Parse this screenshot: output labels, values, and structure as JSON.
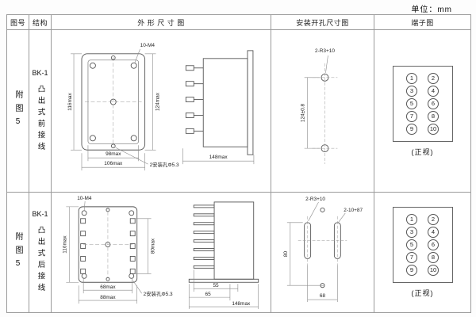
{
  "unit_label": "单位：mm",
  "headers": {
    "fig_no": "图号",
    "structure": "结构",
    "outline": "外 形 尺 寸 图",
    "mounting": "安装开孔尺寸图",
    "terminal": "端子图"
  },
  "rows": [
    {
      "fig_no": "附图5",
      "structure": {
        "model": "BK-1",
        "desc": "凸出式前接线"
      },
      "outline": {
        "front": {
          "screws": "10-M4",
          "left": "116max",
          "right": "124max",
          "bottom_inner": "98max",
          "bottom_outer": "106max",
          "holes": "2安装孔Φ5.3"
        },
        "side": {
          "width": "148max"
        }
      },
      "mounting": {
        "radius": "2-R3+10",
        "height": "124±0.8"
      },
      "terminal": {
        "numbers": [
          "1",
          "2",
          "3",
          "4",
          "5",
          "6",
          "7",
          "8",
          "9",
          "10"
        ],
        "caption": "(正视)"
      }
    },
    {
      "fig_no": "附图5",
      "structure": {
        "model": "BK-1",
        "desc": "凸出式后接线"
      },
      "outline": {
        "front": {
          "screws": "10-M4",
          "left": "116max",
          "right": "80max",
          "bottom_inner": "68max",
          "bottom_outer": "88max",
          "holes": "2安装孔Φ5.3"
        },
        "side": {
          "d1": "55",
          "d2": "65",
          "width": "148max"
        }
      },
      "mounting": {
        "radius": "2-R3+10",
        "slots": "2-10+87",
        "height": "80",
        "width": "68"
      },
      "terminal": {
        "numbers": [
          "1",
          "2",
          "3",
          "4",
          "5",
          "6",
          "7",
          "8",
          "9",
          "10"
        ],
        "caption": "(正视)"
      }
    }
  ]
}
